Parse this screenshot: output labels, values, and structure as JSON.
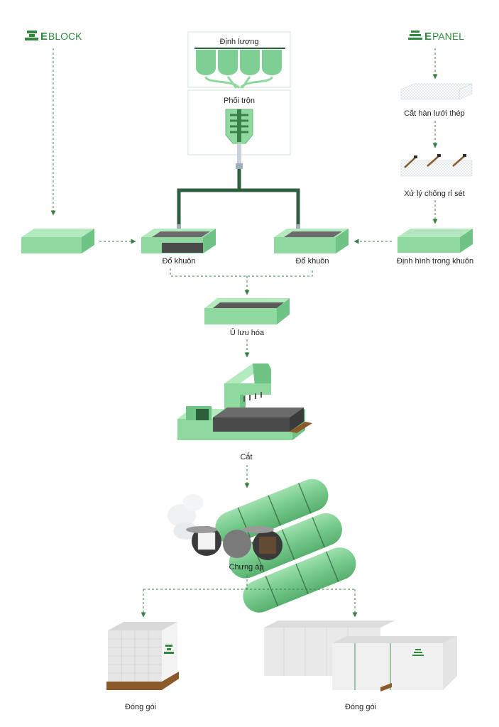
{
  "brands": {
    "left": {
      "prefix": "E",
      "name": "BLOCK"
    },
    "right": {
      "prefix": "E",
      "name": "PANEL"
    }
  },
  "steps": {
    "dosing": "Định lượng",
    "mixing": "Phối trộn",
    "mesh_cutting": "Cắt hàn lưới thép",
    "rust_treatment": "Xử lý chống rỉ sét",
    "mold_shaping": "Định hình trong khuôn",
    "pour_left": "Đổ khuôn",
    "pour_right": "Đổ khuôn",
    "curing": "Ủ lưu hóa",
    "cutting": "Cắt",
    "autoclave": "Chưng áp",
    "pack_left": "Đóng gói",
    "pack_right": "Đóng gói"
  },
  "colors": {
    "accent": "#2f8a3e",
    "light_green": "#8fd9a0",
    "mid_green": "#6fc384",
    "dark_green": "#2e5f3c",
    "arrow": "#3a7f4a",
    "wood": "#8a5a2b",
    "concrete": "#4a4a4a"
  },
  "icons": {
    "brand_logo": "stacked-blocks-icon",
    "flow_arrow": "dashed-arrow-icon"
  }
}
